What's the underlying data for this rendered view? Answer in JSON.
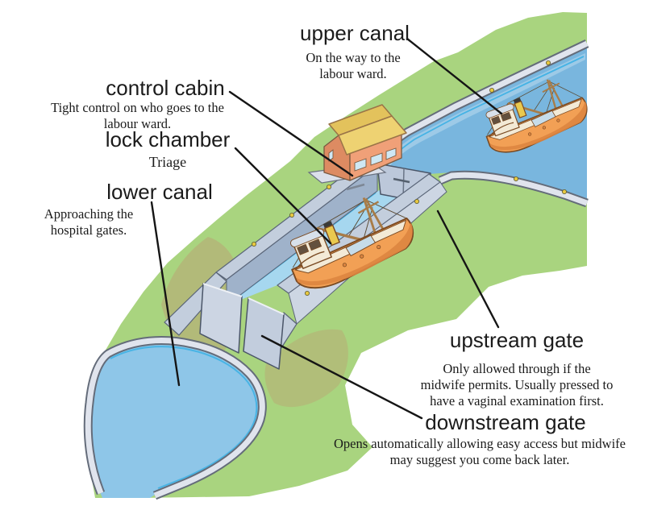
{
  "labels": {
    "upper_canal": {
      "title": "upper canal",
      "desc": "On the way to the\nlabour ward."
    },
    "control_cabin": {
      "title": "control cabin",
      "desc": "Tight control on who goes to the\nlabour ward."
    },
    "lock_chamber": {
      "title": "lock chamber",
      "desc": "Triage"
    },
    "lower_canal": {
      "title": "lower canal",
      "desc": "Approaching the\nhospital gates."
    },
    "upstream_gate": {
      "title": "upstream gate",
      "desc": "Only allowed through if the\nmidwife permits. Usually pressed to\nhave a vaginal examination first."
    },
    "downstream_gate": {
      "title": "downstream gate",
      "desc": "Opens automatically allowing easy access but midwife\nmay suggest you come back later."
    }
  },
  "colors": {
    "grass": "#a9d47f",
    "olive": "#b5b277",
    "water": "#8ec6e8",
    "water_deep": "#79b6de",
    "water_pale": "#a6cfe9",
    "waterline": "#3cb0e4",
    "concrete": "#e0e4ed",
    "concrete_edge": "#646c7a",
    "wall": "#c3cedd",
    "wall_inner": "#9fb2ca",
    "gate": "#bcc8da",
    "boat_orange": "#f2a055",
    "boat_dark": "#dd8540",
    "cream": "#f3ead6",
    "roof_yellow": "#eed272",
    "cabin_wall": "#f0a078",
    "leader": "#151515"
  }
}
